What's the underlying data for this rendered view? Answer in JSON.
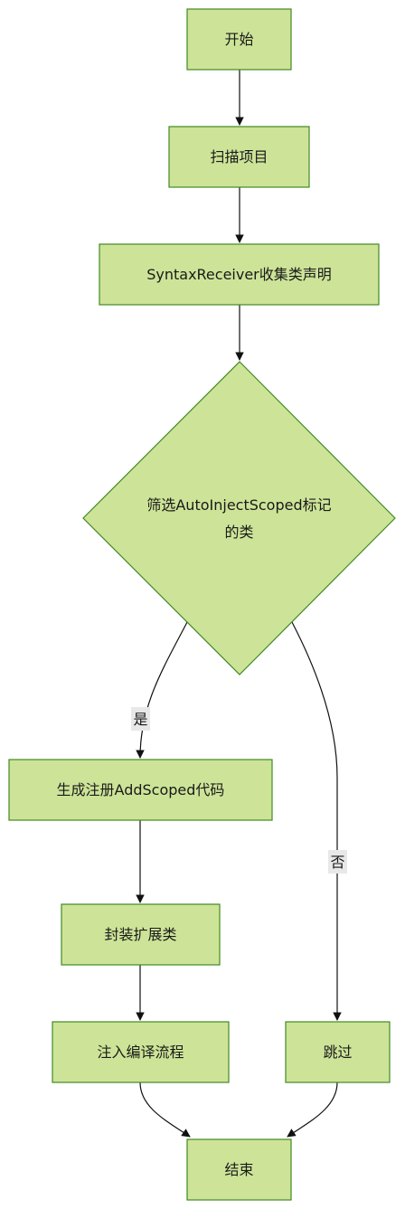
{
  "diagram": {
    "colors": {
      "node_fill": "#cde498",
      "node_stroke": "#3f8a22",
      "edge": "#111111",
      "edge_label_bg": "#e8e8e8"
    },
    "nodes": {
      "start": "开始",
      "scan": "扫描项目",
      "collect": "SyntaxReceiver收集类声明",
      "filter_line1": "筛选AutoInjectScoped标记",
      "filter_line2": "的类",
      "generate": "生成注册AddScoped代码",
      "wrap": "封装扩展类",
      "inject": "注入编译流程",
      "skip": "跳过",
      "end": "结束"
    },
    "edge_labels": {
      "yes": "是",
      "no": "否"
    }
  }
}
